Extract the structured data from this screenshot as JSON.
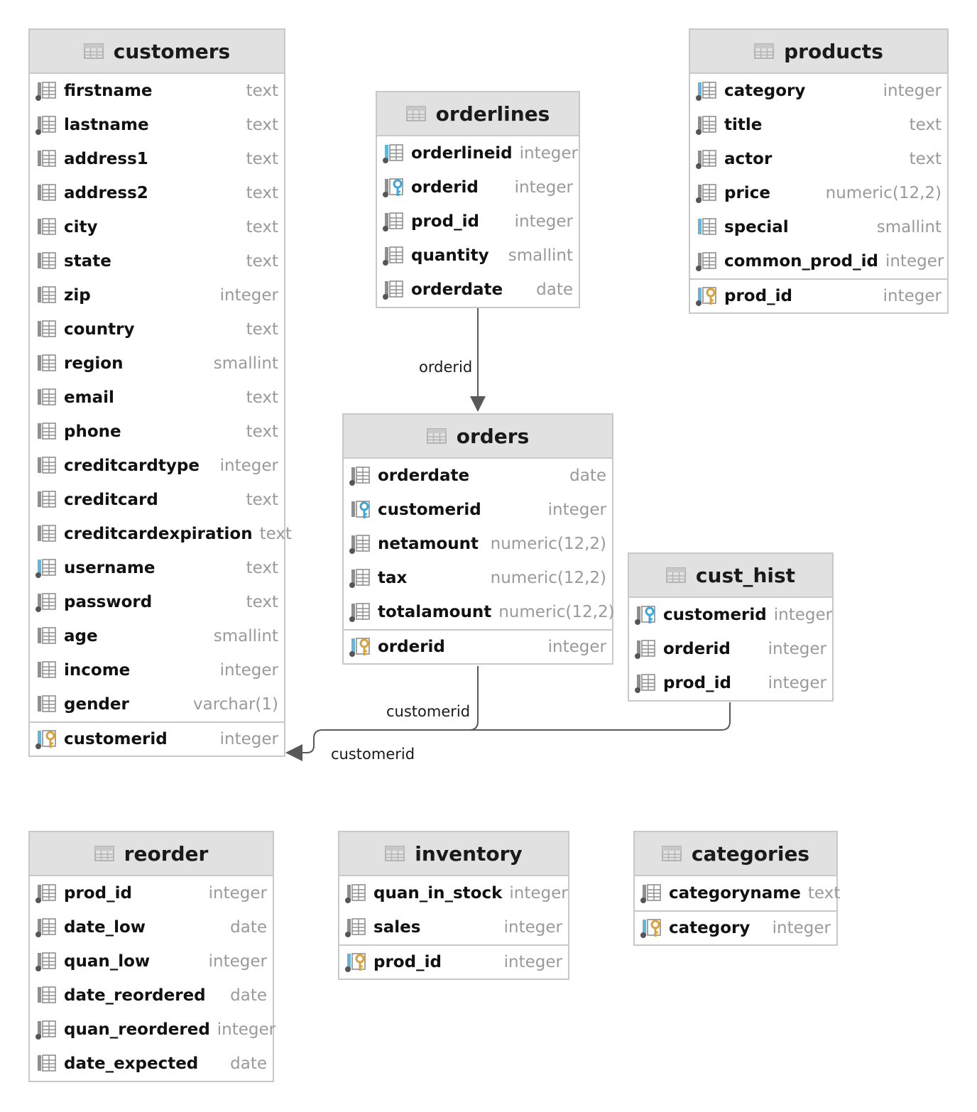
{
  "tables": {
    "customers": {
      "name": "customers",
      "columns": [
        {
          "name": "firstname",
          "type": "text"
        },
        {
          "name": "lastname",
          "type": "text"
        },
        {
          "name": "address1",
          "type": "text"
        },
        {
          "name": "address2",
          "type": "text"
        },
        {
          "name": "city",
          "type": "text"
        },
        {
          "name": "state",
          "type": "text"
        },
        {
          "name": "zip",
          "type": "integer"
        },
        {
          "name": "country",
          "type": "text"
        },
        {
          "name": "region",
          "type": "smallint"
        },
        {
          "name": "email",
          "type": "text"
        },
        {
          "name": "phone",
          "type": "text"
        },
        {
          "name": "creditcardtype",
          "type": "integer"
        },
        {
          "name": "creditcard",
          "type": "text"
        },
        {
          "name": "creditcardexpiration",
          "type": "text"
        },
        {
          "name": "username",
          "type": "text"
        },
        {
          "name": "password",
          "type": "text"
        },
        {
          "name": "age",
          "type": "smallint"
        },
        {
          "name": "income",
          "type": "integer"
        },
        {
          "name": "gender",
          "type": "varchar(1)"
        }
      ],
      "pk": {
        "name": "customerid",
        "type": "integer"
      }
    },
    "orderlines": {
      "name": "orderlines",
      "columns": [
        {
          "name": "orderlineid",
          "type": "integer"
        },
        {
          "name": "orderid",
          "type": "integer"
        },
        {
          "name": "prod_id",
          "type": "integer"
        },
        {
          "name": "quantity",
          "type": "smallint"
        },
        {
          "name": "orderdate",
          "type": "date"
        }
      ]
    },
    "products": {
      "name": "products",
      "columns": [
        {
          "name": "category",
          "type": "integer"
        },
        {
          "name": "title",
          "type": "text"
        },
        {
          "name": "actor",
          "type": "text"
        },
        {
          "name": "price",
          "type": "numeric(12,2)"
        },
        {
          "name": "special",
          "type": "smallint"
        },
        {
          "name": "common_prod_id",
          "type": "integer"
        }
      ],
      "pk": {
        "name": "prod_id",
        "type": "integer"
      }
    },
    "orders": {
      "name": "orders",
      "columns": [
        {
          "name": "orderdate",
          "type": "date"
        },
        {
          "name": "customerid",
          "type": "integer"
        },
        {
          "name": "netamount",
          "type": "numeric(12,2)"
        },
        {
          "name": "tax",
          "type": "numeric(12,2)"
        },
        {
          "name": "totalamount",
          "type": "numeric(12,2)"
        }
      ],
      "pk": {
        "name": "orderid",
        "type": "integer"
      }
    },
    "cust_hist": {
      "name": "cust_hist",
      "columns": [
        {
          "name": "customerid",
          "type": "integer"
        },
        {
          "name": "orderid",
          "type": "integer"
        },
        {
          "name": "prod_id",
          "type": "integer"
        }
      ]
    },
    "reorder": {
      "name": "reorder",
      "columns": [
        {
          "name": "prod_id",
          "type": "integer"
        },
        {
          "name": "date_low",
          "type": "date"
        },
        {
          "name": "quan_low",
          "type": "integer"
        },
        {
          "name": "date_reordered",
          "type": "date"
        },
        {
          "name": "quan_reordered",
          "type": "integer"
        },
        {
          "name": "date_expected",
          "type": "date"
        }
      ]
    },
    "inventory": {
      "name": "inventory",
      "columns": [
        {
          "name": "quan_in_stock",
          "type": "integer"
        },
        {
          "name": "sales",
          "type": "integer"
        }
      ],
      "pk": {
        "name": "prod_id",
        "type": "integer"
      }
    },
    "categories": {
      "name": "categories",
      "columns": [
        {
          "name": "categoryname",
          "type": "text"
        }
      ],
      "pk": {
        "name": "category",
        "type": "integer"
      }
    }
  },
  "links": {
    "orderlines_orders": "orderid",
    "orders_customers": "customerid",
    "custhist_customers": "customerid"
  },
  "colors": {
    "header_bg": "#e1e1e1",
    "border": "#c8c8c8",
    "fk_key": "#3ea6d8",
    "pk_key": "#d9a23a",
    "column_icon": "#8f8f8f",
    "column_icon_highlight": "#5fb7e0",
    "type_text": "#9a9a9a",
    "link_line": "#595959"
  },
  "icons": {
    "table": "table-icon",
    "column": "column-icon",
    "foreign_key": "foreign-key-icon",
    "primary_key": "primary-key-icon",
    "not_null": "not-null-dot"
  }
}
